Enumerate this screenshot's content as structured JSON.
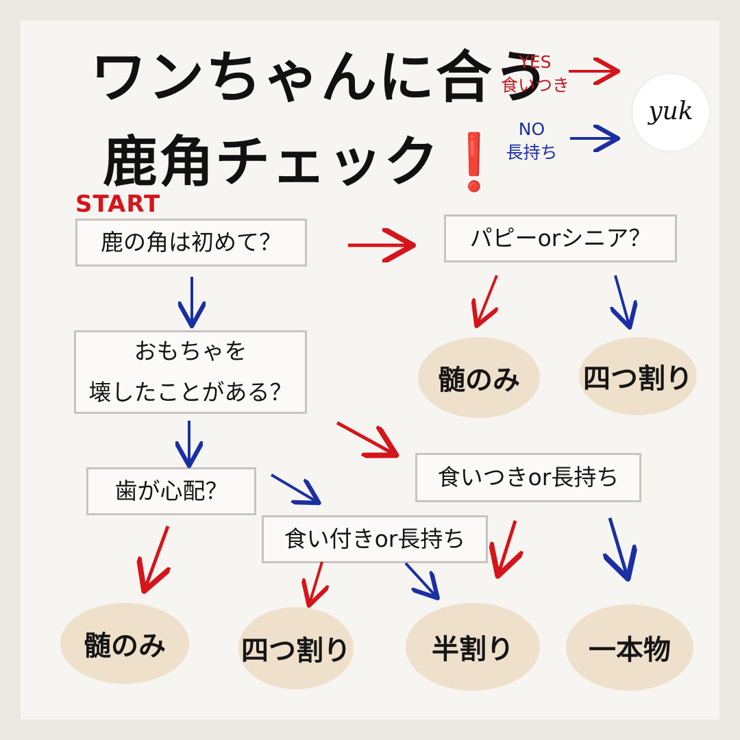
{
  "title": {
    "line1": "ワンちゃんに合う",
    "line2": "鹿角チェック",
    "exclaim": "❗"
  },
  "legend": {
    "yes_label": "YES",
    "yes_desc": "食いつき",
    "no_label": "NO",
    "no_desc": "長持ち"
  },
  "logo": {
    "text": "yuk"
  },
  "start_label": "START",
  "questions": {
    "q1": "鹿の角は初めて？",
    "q2": "パピーorシニア？",
    "q3_line1": "おもちゃを",
    "q3_line2": "壊したことがある？",
    "q4": "歯が心配？",
    "q5": "食いつきor長持ち",
    "q6": "食い付きor長持ち"
  },
  "results": {
    "r1": "髄のみ",
    "r2": "四つ割り",
    "r3": "髄のみ",
    "r4": "四つ割り",
    "r5": "半割り",
    "r6": "一本物"
  },
  "colors": {
    "yes": "#d4151b",
    "no": "#1a2fa3",
    "blob": "#eee0cb",
    "box_border": "#c9c3bf"
  }
}
